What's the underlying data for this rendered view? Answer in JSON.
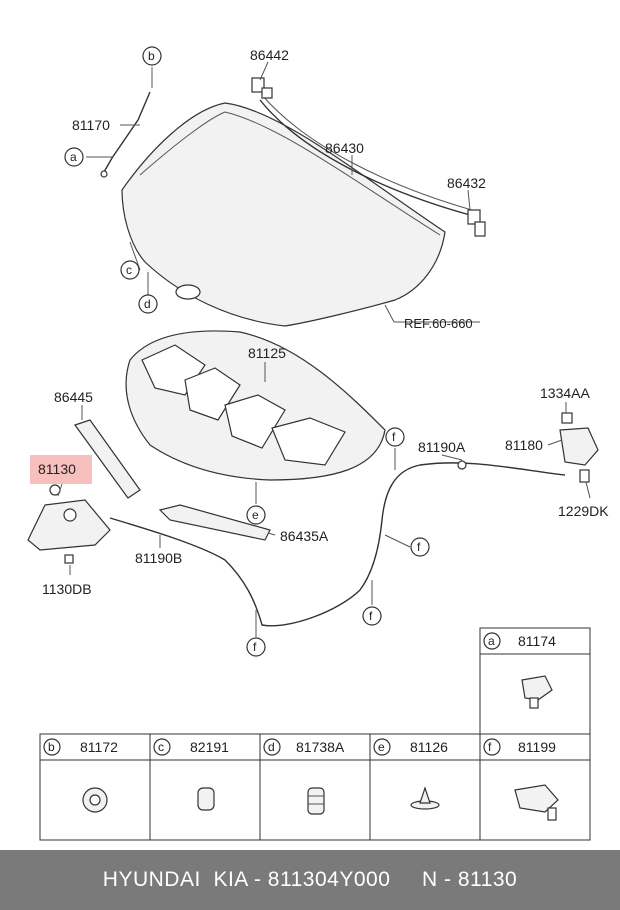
{
  "labels": {
    "p86442": "86442",
    "p81170": "81170",
    "p86430": "86430",
    "p86432": "86432",
    "ref": "REF.60-660",
    "p81125": "81125",
    "p86445": "86445",
    "p81130": "81130",
    "p1334AA": "1334AA",
    "p81180": "81180",
    "p81190A": "81190A",
    "p1229DK": "1229DK",
    "p86435A": "86435A",
    "p81190B": "81190B",
    "p1130DB": "1130DB"
  },
  "callouts": {
    "a": "a",
    "b": "b",
    "c": "c",
    "d": "d",
    "e": "e",
    "f": "f"
  },
  "legend": {
    "a": {
      "letter": "a",
      "part": "81174"
    },
    "b": {
      "letter": "b",
      "part": "81172"
    },
    "c": {
      "letter": "c",
      "part": "82191"
    },
    "d": {
      "letter": "d",
      "part": "81738A"
    },
    "e": {
      "letter": "e",
      "part": "81126"
    },
    "f": {
      "letter": "f",
      "part": "81199"
    }
  },
  "footer": {
    "text": "HYUNDAI  KIA - 811304Y000     N - 81130"
  },
  "highlight_color": "#f28a8a"
}
